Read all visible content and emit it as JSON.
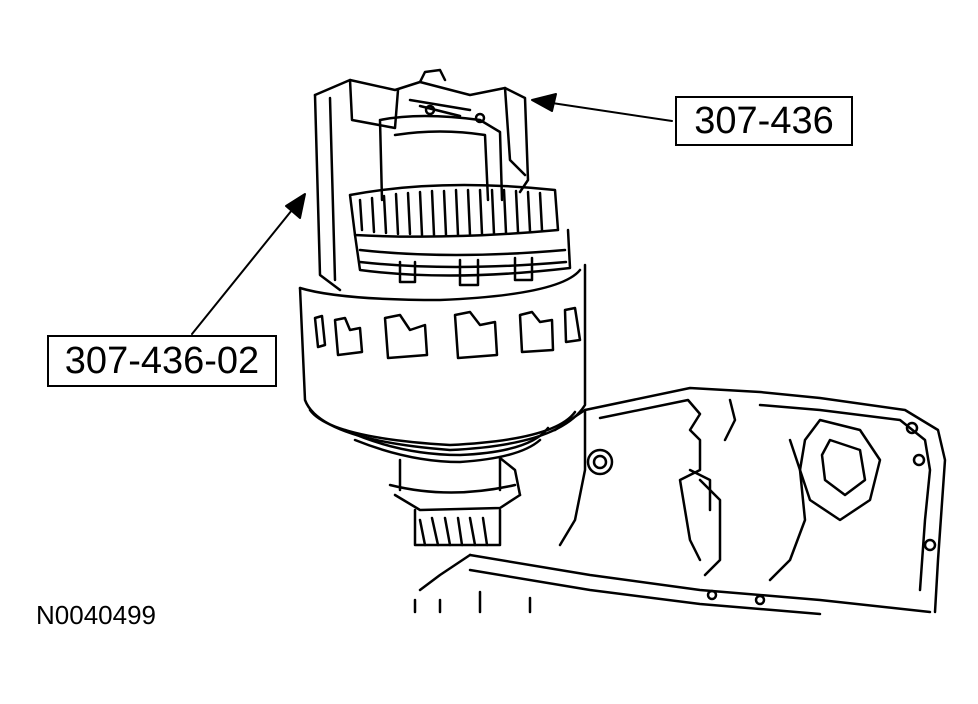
{
  "callouts": {
    "tool": "307-436",
    "adapter": "307-436-02"
  },
  "figure_id": "N0040499",
  "colors": {
    "line": "#000000",
    "background": "#ffffff"
  }
}
